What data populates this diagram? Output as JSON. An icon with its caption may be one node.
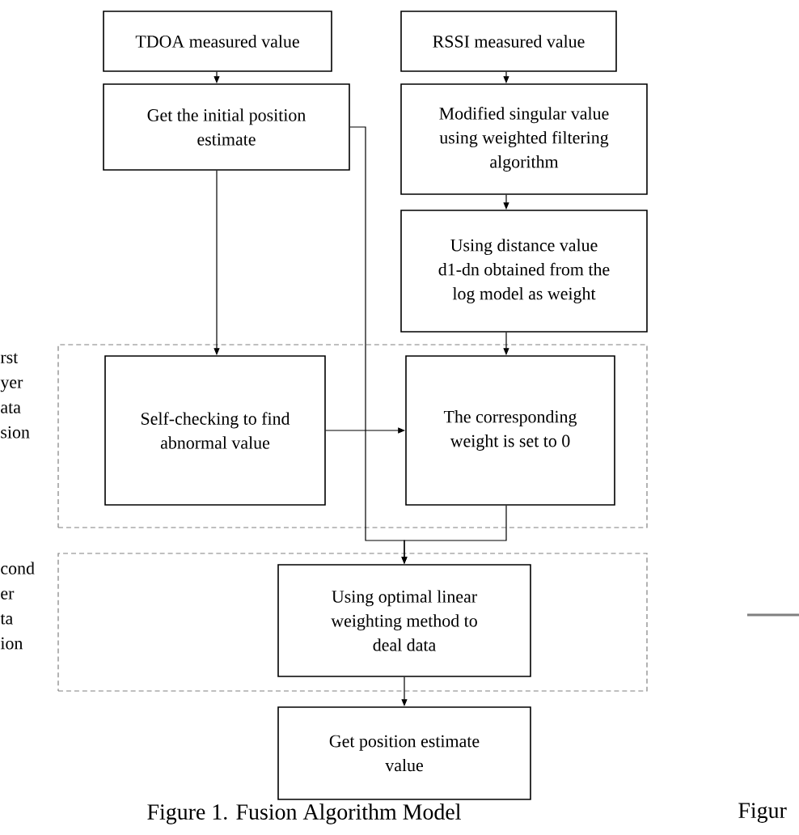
{
  "diagram": {
    "caption": "Figure 1. Fusion Algorithm Model",
    "nodes": [
      {
        "text": [
          "TDOA measured value"
        ]
      },
      {
        "text": [
          "RSSI measured value"
        ]
      },
      {
        "text": [
          "Get the initial position estimate"
        ]
      },
      {
        "text": [
          "Modified singular value using weighted filtering algorithm"
        ]
      },
      {
        "text": [
          "Using distance value d1-dn obtained from the log model as weight"
        ]
      },
      {
        "text": [
          "rst yer ata sion"
        ]
      },
      {
        "text": [
          "Self-checking to find abnormal value"
        ],
        "in": 5
      },
      {
        "text": [
          "The corresponding weight is set to 0"
        ],
        "in": 5
      },
      {
        "text": [
          "cond er ta ion"
        ]
      },
      {
        "text": [
          "Using optimal linear weighting method to deal data"
        ],
        "in": 8
      },
      {
        "text": [
          "Get position estimate value"
        ]
      }
    ],
    "edges": [
      {
        "from": 0,
        "to": 2,
        "arrow": "to"
      },
      {
        "from": 1,
        "to": 3,
        "arrow": "to"
      },
      {
        "from": 3,
        "to": 4,
        "arrow": "to"
      },
      {
        "from": 2,
        "to": 6,
        "arrow": "to"
      },
      {
        "from": 4,
        "to": 7,
        "arrow": "to"
      },
      {
        "from": 6,
        "to": 7,
        "arrow": "to"
      },
      {
        "from": 2,
        "to": 9,
        "arrow": "to"
      },
      {
        "from": 7,
        "to": 9,
        "arrow": "to"
      },
      {
        "from": 9,
        "to": 10,
        "arrow": "to"
      }
    ],
    "labels": [
      "Figur"
    ]
  }
}
